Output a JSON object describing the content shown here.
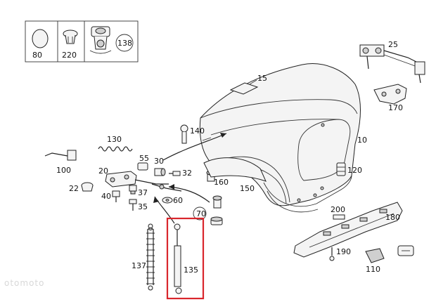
{
  "labels": {
    "p80": "80",
    "p220": "220",
    "p138": "138",
    "p15": "15",
    "p25": "25",
    "p170": "170",
    "p140": "140",
    "p10": "10",
    "p130": "130",
    "p100": "100",
    "p55": "55",
    "p30": "30",
    "p32": "32",
    "p20": "20",
    "p120": "120",
    "p22": "22",
    "p40": "40",
    "p37": "37",
    "p160": "160",
    "p150": "150",
    "p60": "60",
    "p35": "35",
    "p70": "70",
    "p200": "200",
    "p180": "180",
    "p137": "137",
    "p135": "135",
    "p190": "190",
    "p110": "110"
  },
  "highlight_color": "#d9262c",
  "watermark": "otomoto"
}
